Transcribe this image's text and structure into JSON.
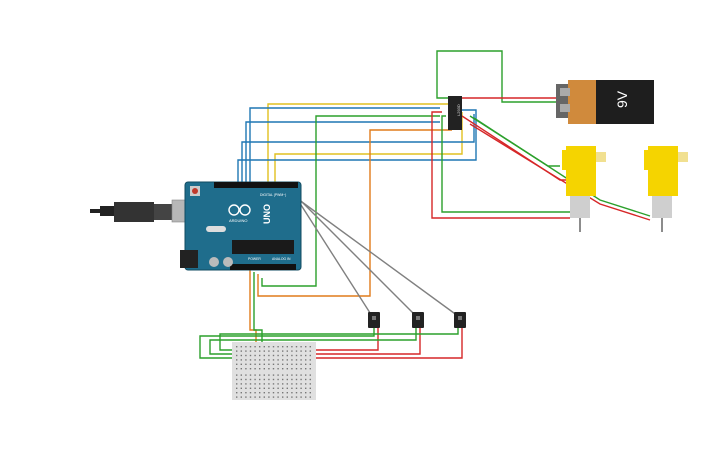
{
  "arduino": {
    "brand": "ARDUINO",
    "model": "UNO",
    "digital_label": "DIGITAL (PWM~)",
    "power_label": "POWER",
    "analog_label": "ANALOG IN"
  },
  "battery": {
    "label": "9V"
  },
  "driver": {
    "label": "L293D"
  },
  "colors": {
    "wire_red": "#d62728",
    "wire_green": "#2ca02c",
    "wire_blue": "#1f77b4",
    "wire_yellow": "#e0c020",
    "wire_orange": "#e07b1a",
    "wire_gray": "#808080",
    "arduino_blue": "#1f6d8c",
    "motor_yellow": "#f5d400"
  },
  "icons": [
    "usb-cable-icon",
    "nine-volt-battery-icon",
    "gear-motor-icon",
    "sensor-icon",
    "breadboard-icon",
    "arduino-board-icon"
  ]
}
